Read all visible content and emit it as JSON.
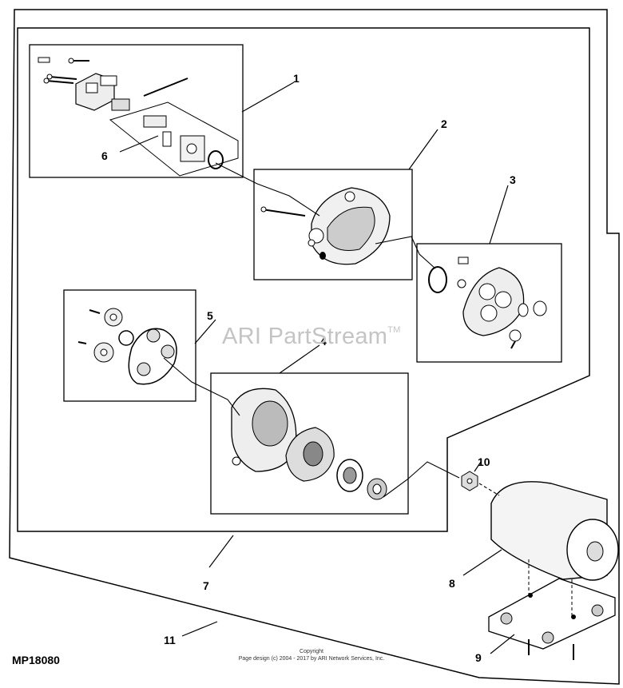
{
  "figure_id": "MP18080",
  "watermark": {
    "text": "ARI PartStream",
    "mark": "TM"
  },
  "copyright": {
    "line1": "Copyright",
    "line2": "Page design (c) 2004 - 2017 by ARI Network Services, Inc."
  },
  "callouts": {
    "c1": "1",
    "c2": "2",
    "c3": "3",
    "c4": "4",
    "c5": "5",
    "c6": "6",
    "c7": "7",
    "c8": "8",
    "c9": "9",
    "c10": "10",
    "c11": "11"
  }
}
